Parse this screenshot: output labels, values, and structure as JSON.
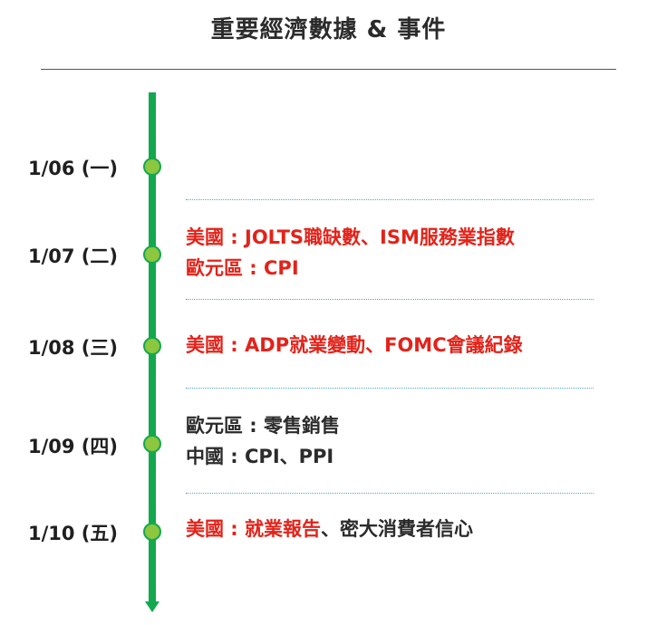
{
  "title": "重要經濟數據 & 事件",
  "accent_color": "#13a84e",
  "highlight_color": "#e2231a",
  "rows": [
    {
      "date": "1/06 (一)",
      "lines": []
    },
    {
      "date": "1/07 (二)",
      "lines": [
        [
          {
            "text": "美國 : JOLTS職缺數、ISM服務業指數",
            "color": "red"
          }
        ],
        [
          {
            "text": "歐元區 : CPI",
            "color": "red"
          }
        ]
      ]
    },
    {
      "date": "1/08 (三)",
      "lines": [
        [
          {
            "text": "美國 : ADP就業變動、FOMC會議紀錄",
            "color": "red"
          }
        ]
      ]
    },
    {
      "date": "1/09 (四)",
      "lines": [
        [
          {
            "text": "歐元區 : 零售銷售",
            "color": "dark"
          }
        ],
        [
          {
            "text": "中國 : CPI、PPI",
            "color": "dark"
          }
        ]
      ]
    },
    {
      "date": "1/10 (五)",
      "lines": [
        [
          {
            "text": "美國 : 就業報告",
            "color": "red"
          },
          {
            "text": "、密大消費者信心",
            "color": "dark"
          }
        ]
      ]
    }
  ]
}
